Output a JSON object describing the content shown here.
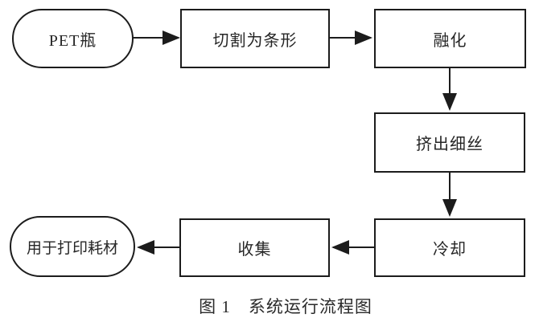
{
  "flowchart": {
    "nodes": {
      "pet_bottle": {
        "label": "PET瓶",
        "shape": "stadium"
      },
      "cut_into_strips": {
        "label": "切割为条形",
        "shape": "rect"
      },
      "melt": {
        "label": "融化",
        "shape": "rect"
      },
      "extrude_filament": {
        "label": "挤出细丝",
        "shape": "rect"
      },
      "cool": {
        "label": "冷却",
        "shape": "rect"
      },
      "collect": {
        "label": "收集",
        "shape": "rect"
      },
      "used_for_printing": {
        "label": "用于打印耗材",
        "shape": "stadium"
      }
    },
    "edges": [
      {
        "from": "pet_bottle",
        "to": "cut_into_strips"
      },
      {
        "from": "cut_into_strips",
        "to": "melt"
      },
      {
        "from": "melt",
        "to": "extrude_filament"
      },
      {
        "from": "extrude_filament",
        "to": "cool"
      },
      {
        "from": "cool",
        "to": "collect"
      },
      {
        "from": "collect",
        "to": "used_for_printing"
      }
    ],
    "caption": "图 1　系统运行流程图"
  },
  "colors": {
    "background": "#ffffff",
    "line": "#1c1c1c",
    "text": "#262626"
  }
}
